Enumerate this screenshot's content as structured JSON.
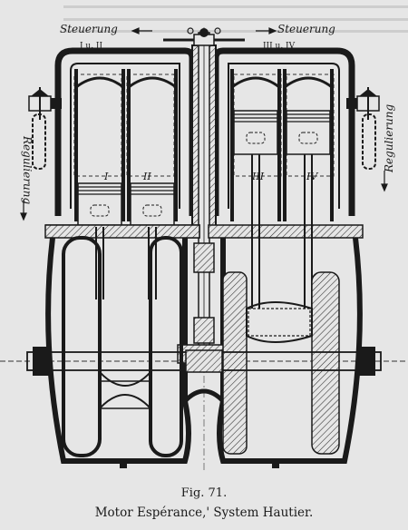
{
  "figure": {
    "labels": {
      "steuerung_left": "Steuerung",
      "steuerung_right": "Steuerung",
      "cyl_group_left": "I u. II",
      "cyl_group_right": "III u. IV",
      "regulierung_left": "Regulierung",
      "regulierung_right": "Regulierung",
      "cyl_1": "I",
      "cyl_2": "II",
      "cyl_3": "III",
      "cyl_4": "IV"
    }
  },
  "caption": {
    "number": "Fig. 71.",
    "title": "Motor Espérance,' System Hautier."
  }
}
